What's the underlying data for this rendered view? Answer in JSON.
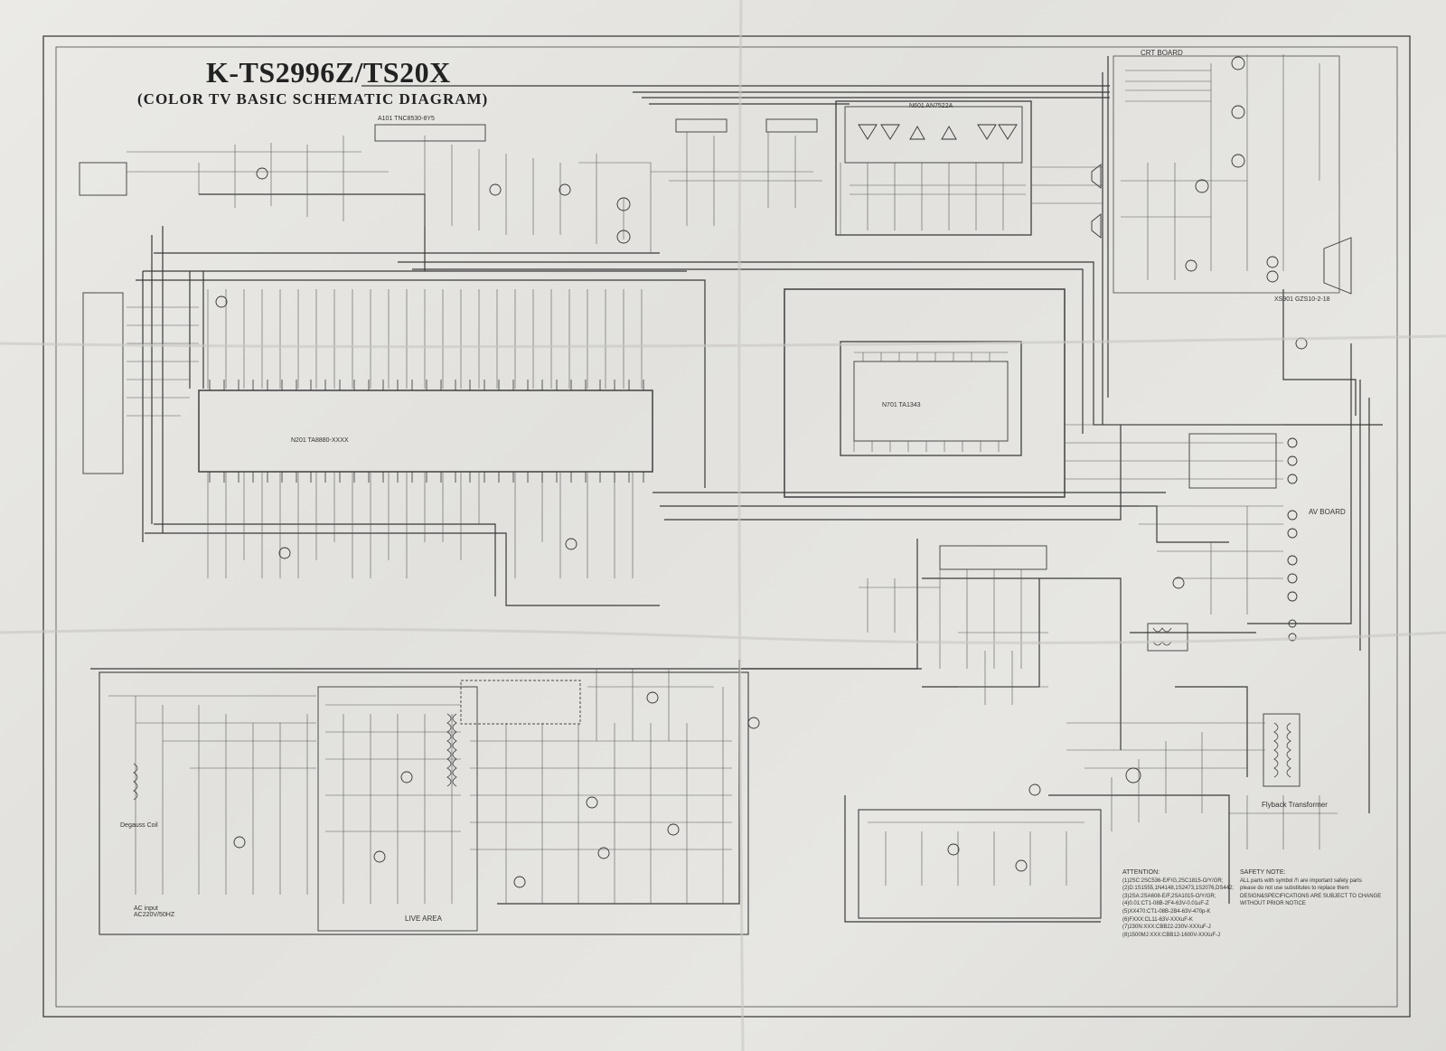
{
  "title": "K-TS2996Z/TS20X",
  "subtitle": "(COLOR TV BASIC  SCHEMATIC  DIAGRAM)",
  "labels": {
    "crt_board": "CRT BOARD",
    "av_board": "AV BOARD",
    "main_ic": "N201  TA8880-XXXX",
    "audio_ic": "N601  AN7522A",
    "av_ic": "N701 TA1343",
    "flyback": "Flyback Transformer",
    "live_area": "LIVE AREA",
    "degauss": "Degauss Coil",
    "ac_input": "AC input AC220V/50HZ",
    "tuner": "A101 TNC8530-8Y5",
    "crt_socket": "XS901 GZS10-2-18"
  },
  "attention": {
    "heading": "ATTENTION:",
    "lines": [
      "(1)2SC:2SC536-E/F/G,2SC1815-O/Y/GR;",
      "(2)D:1S1555,1N4148,1S2473,1S2076,DS442;",
      "(3)2SA:2SA608-E/F,2SA1015-O/Y/GR;",
      "(4)0.01:CT1-08B-2F4-63V-0.01uF-Z",
      "(5)XX470:CT1-08B-2B4-63V-470p-K",
      "(6)FXXX:CL11-63V-XXXuF-K",
      "(7)230N:XXX:CBB22-230V-XXXuF-J",
      "(8)1500MJ:XXX:CBB12-1600V-XXXuF-J"
    ]
  },
  "safety": {
    "heading": "SAFETY NOTE:",
    "lines": [
      "ALL parts with symbol /!\\ are important safety parts",
      "please do not use substitutes to replace them",
      "DESIGN&SPECIFICATIONS ARE SUBJECT TO CHANGE",
      "WITHOUT PRIOR NOTICE"
    ]
  }
}
